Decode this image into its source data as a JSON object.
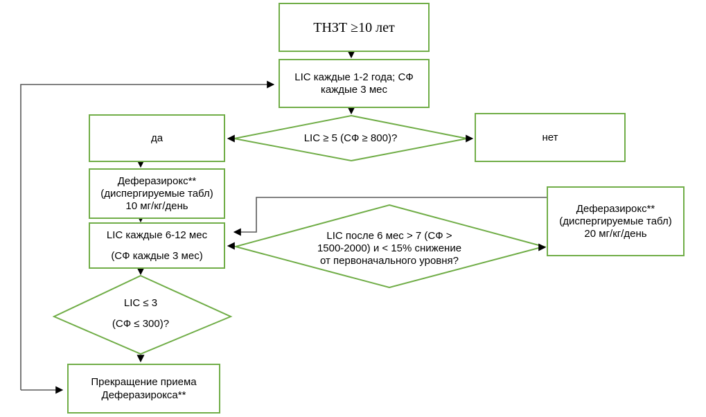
{
  "diagram": {
    "type": "flowchart",
    "language": "ru",
    "topic": "Deferasirox chelation therapy algorithm",
    "colors": {
      "shape_border": "#70AD47",
      "shape_fill": "#FFFFFF",
      "connector": "#595959",
      "arrowhead": "#000000",
      "text": "#000000",
      "background": "#FFFFFF"
    },
    "nodes": {
      "tnzt": {
        "shape": "box",
        "lines": [
          "ТНЗТ ≥10 лет"
        ]
      },
      "lic_1_2": {
        "shape": "box",
        "lines": [
          "LIC каждые 1-2 года; СФ",
          "каждые 3 мес"
        ]
      },
      "d_lic5": {
        "shape": "diamond",
        "lines": [
          "LIC ≥ 5 (СФ ≥ 800)?"
        ]
      },
      "yes": {
        "shape": "box",
        "lines": [
          "да"
        ]
      },
      "no": {
        "shape": "box",
        "lines": [
          "нет"
        ]
      },
      "dfx10": {
        "shape": "box",
        "lines": [
          "Деферазирокс**",
          "(диспергируемые табл)",
          "10 мг/кг/день"
        ]
      },
      "lic_6_12": {
        "shape": "box",
        "lines": [
          "LIC каждые 6-12 мес",
          "(СФ каждые 3 мес)"
        ]
      },
      "d_lic7": {
        "shape": "diamond",
        "lines": [
          "LIC после 6 мес > 7 (СФ >",
          "1500-2000) и < 15% снижение",
          "от первоначального уровня?"
        ]
      },
      "dfx20": {
        "shape": "box",
        "lines": [
          "Деферазирокс**",
          "(диспергируемые табл)",
          "20 мг/кг/день"
        ]
      },
      "d_lic3": {
        "shape": "diamond",
        "lines": [
          "LIC ≤ 3",
          "(СФ ≤ 300)?"
        ]
      },
      "stop": {
        "shape": "box",
        "lines": [
          "Прекращение приема",
          "Деферазирокса**"
        ]
      }
    },
    "edges": [
      {
        "from": "tnzt",
        "to": "lic_1_2"
      },
      {
        "from": "lic_1_2",
        "to": "d_lic5"
      },
      {
        "from": "d_lic5",
        "to": "yes"
      },
      {
        "from": "d_lic5",
        "to": "no"
      },
      {
        "from": "yes",
        "to": "dfx10"
      },
      {
        "from": "dfx10",
        "to": "lic_6_12"
      },
      {
        "from": "lic_6_12",
        "to": "d_lic3"
      },
      {
        "from": "d_lic3",
        "to": "stop"
      },
      {
        "from": "d_lic7",
        "to": "lic_6_12"
      },
      {
        "from": "d_lic7",
        "to": "dfx20"
      },
      {
        "from": "dfx20",
        "to": "lic_6_12",
        "style": "elbow"
      },
      {
        "from": "left-loop",
        "to": "lic_1_2",
        "style": "elbow"
      },
      {
        "from": "left-loop",
        "to": "stop",
        "style": "elbow"
      }
    ]
  }
}
